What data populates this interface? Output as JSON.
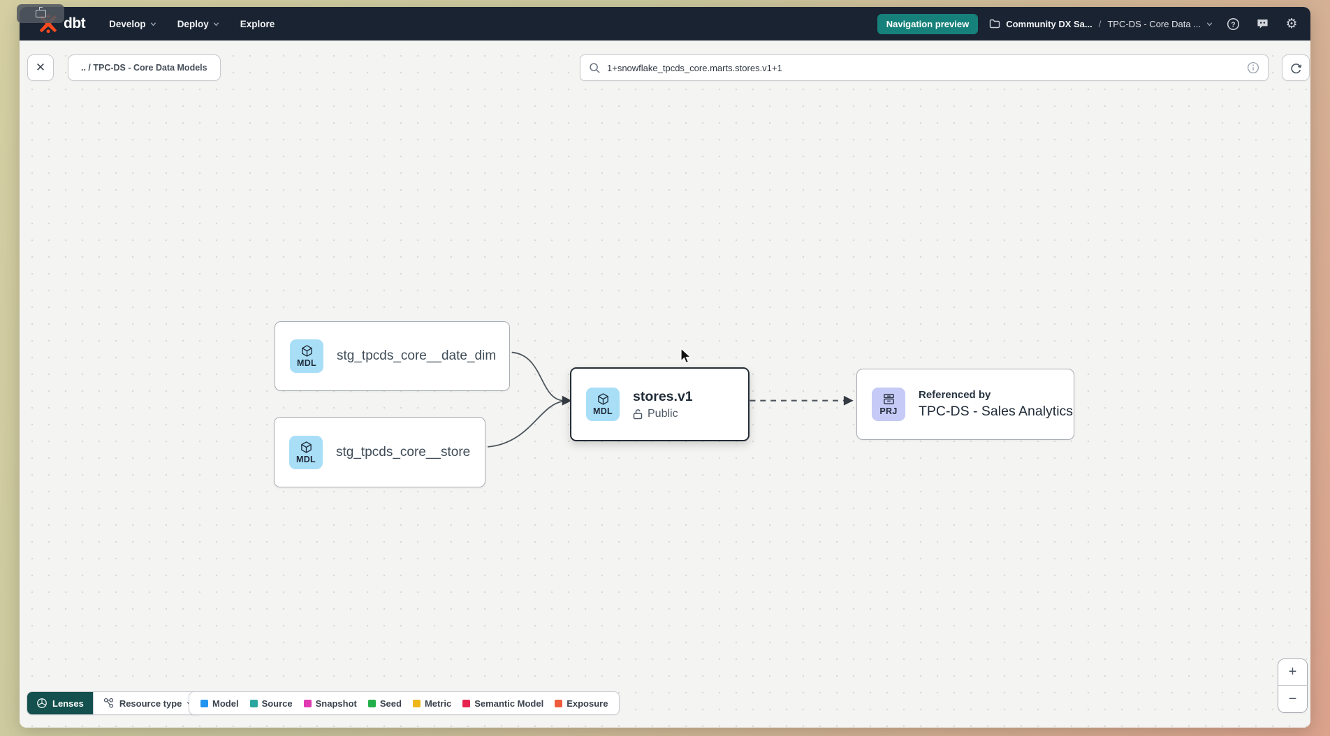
{
  "header": {
    "logo_text": "dbt",
    "nav": [
      {
        "label": "Develop",
        "has_chevron": true
      },
      {
        "label": "Deploy",
        "has_chevron": true
      },
      {
        "label": "Explore",
        "has_chevron": false
      }
    ],
    "preview_badge": "Navigation preview",
    "breadcrumb": {
      "account": "Community DX Sa...",
      "separator": "/",
      "project": "TPC-DS - Core Data ..."
    }
  },
  "toolbar": {
    "breadcrumb": ".. / TPC-DS - Core Data Models",
    "search_value": "1+snowflake_tpcds_core.marts.stores.v1+1"
  },
  "graph": {
    "nodes": [
      {
        "id": "stg_tpcds_core__date_dim",
        "badge": "MDL",
        "label": "stg_tpcds_core__date_dim"
      },
      {
        "id": "stg_tpcds_core__store",
        "badge": "MDL",
        "label": "stg_tpcds_core__store"
      },
      {
        "id": "stores.v1",
        "badge": "MDL",
        "label": "stores.v1",
        "visibility_label": "Public",
        "selected": true
      },
      {
        "id": "tpcds_sales_analytics",
        "badge": "PRJ",
        "label_top": "Referenced by",
        "label": "TPC-DS - Sales Analytics"
      }
    ],
    "edges": [
      {
        "from": "stg_tpcds_core__date_dim",
        "to": "stores.v1",
        "style": "solid"
      },
      {
        "from": "stg_tpcds_core__store",
        "to": "stores.v1",
        "style": "solid"
      },
      {
        "from": "stores.v1",
        "to": "tpcds_sales_analytics",
        "style": "dashed"
      }
    ]
  },
  "footer": {
    "lenses_label": "Lenses",
    "resource_type_label": "Resource type",
    "legend": [
      {
        "label": "Model",
        "color": "#2094f0"
      },
      {
        "label": "Source",
        "color": "#29a79e"
      },
      {
        "label": "Snapshot",
        "color": "#e139b2"
      },
      {
        "label": "Seed",
        "color": "#23b04a"
      },
      {
        "label": "Metric",
        "color": "#eeb719"
      },
      {
        "label": "Semantic Model",
        "color": "#e5254e"
      },
      {
        "label": "Exposure",
        "color": "#ef5c3c"
      }
    ]
  },
  "icons": {
    "close": "✕",
    "gear": "⚙",
    "zoom_in": "+",
    "zoom_out": "−"
  },
  "colors": {
    "brand_orange": "#ff4a1f",
    "nav_background": "#1a2332",
    "preview_teal": "#16817a",
    "lenses_teal": "#14504d",
    "model_badge": "#a9def7",
    "project_badge": "#c5caf6",
    "canvas": "#f4f4f2"
  }
}
